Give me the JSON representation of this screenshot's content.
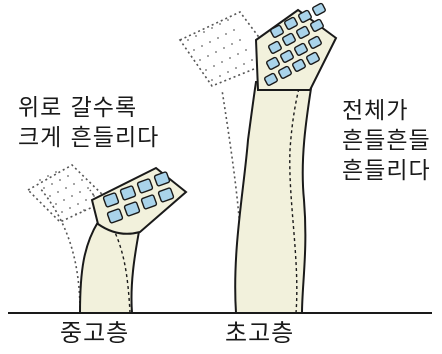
{
  "mid_rise": {
    "name": "중고층",
    "description": [
      "위로 갈수록",
      "크게 흔들리다"
    ]
  },
  "high_rise": {
    "name": "초고층",
    "description": [
      "전체가",
      "흔들흔들",
      "흔들리다"
    ]
  },
  "colors": {
    "building_body": "#f2f1dc",
    "window_fill": "#a9d3ea",
    "outline": "#1a1a1a",
    "ghost_dots": "#555555"
  }
}
